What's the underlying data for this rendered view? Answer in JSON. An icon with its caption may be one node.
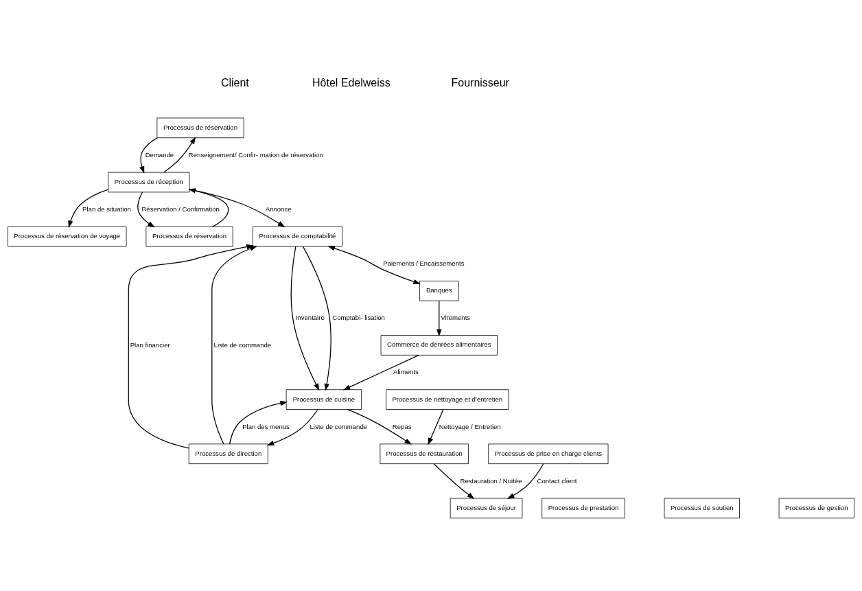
{
  "diagram": {
    "nodes": [
      {
        "text": [
          "Processus de réservation"
        ]
      },
      {
        "text": [
          "Processus de réservation"
        ]
      },
      {
        "text": [
          "Processus de réception"
        ]
      },
      {
        "text": [
          "Processus de réservation de voyage"
        ]
      },
      {
        "text": [
          "Processus de comptabilité"
        ]
      },
      {
        "text": [
          "Processus de cuisine"
        ]
      },
      {
        "text": [
          "Processus de restauration"
        ]
      },
      {
        "text": [
          "Processus de séjour"
        ]
      },
      {
        "text": [
          "Processus de prise en charge clients"
        ]
      },
      {
        "text": [
          "Processus de nettoyage et d’entretien"
        ]
      },
      {
        "text": [
          "Processus de direction"
        ]
      },
      {
        "text": [
          "Banques"
        ]
      },
      {
        "text": [
          "Commerce de denrées alimentaires"
        ]
      },
      {
        "text": [
          "Processus de prestation"
        ]
      },
      {
        "text": [
          "Processus de soutien"
        ]
      },
      {
        "text": [
          "Processus de gestion"
        ]
      }
    ],
    "edges": [
      {
        "from": 0,
        "to": 2,
        "arrow": "to",
        "label": "Demande"
      },
      {
        "from": 2,
        "to": 0,
        "arrow": "to",
        "label": "Renseignement/ Confir- mation de réservation"
      },
      {
        "from": 1,
        "to": 2,
        "arrow": "to"
      },
      {
        "from": 2,
        "to": 1,
        "arrow": "to",
        "label": "Réservation / Confirmation"
      },
      {
        "from": 2,
        "to": 4,
        "arrow": "to",
        "label": "Annonce"
      },
      {
        "from": 2,
        "to": 3,
        "arrow": "to",
        "label": "Plan de situation"
      },
      {
        "from": 4,
        "to": 5,
        "arrow": "to",
        "label": "Inventaire"
      },
      {
        "from": 4,
        "to": 5,
        "arrow": "to",
        "label": "Comptabi- lisation"
      },
      {
        "from": 10,
        "to": 4,
        "arrow": "to",
        "label": "Plan financier"
      },
      {
        "from": 10,
        "to": 4,
        "arrow": "to",
        "label": "Liste de commande"
      },
      {
        "from": 4,
        "to": 11,
        "arrow": "both",
        "label": "Paiements / Encaissements"
      },
      {
        "from": 5,
        "to": 10,
        "arrow": "to",
        "label": "Liste de commande"
      },
      {
        "from": 10,
        "to": 5,
        "arrow": "to",
        "label": "Plan des menus"
      },
      {
        "from": 12,
        "to": 5,
        "arrow": "to",
        "label": "Aliments"
      },
      {
        "from": 11,
        "to": 12,
        "arrow": "to",
        "label": "Virements"
      },
      {
        "from": 5,
        "to": 6,
        "arrow": "to",
        "label": "Repas"
      },
      {
        "from": 9,
        "to": 6,
        "arrow": "to",
        "label": "Nettoyage / Entretien"
      },
      {
        "from": 6,
        "to": 7,
        "arrow": "to",
        "label": "Restauration / Nuitée"
      },
      {
        "from": 8,
        "to": 7,
        "arrow": "to",
        "label": "Contact client"
      }
    ],
    "labels": [
      "Client",
      "Hôtel Edelweiss",
      "Fournisseur"
    ]
  }
}
